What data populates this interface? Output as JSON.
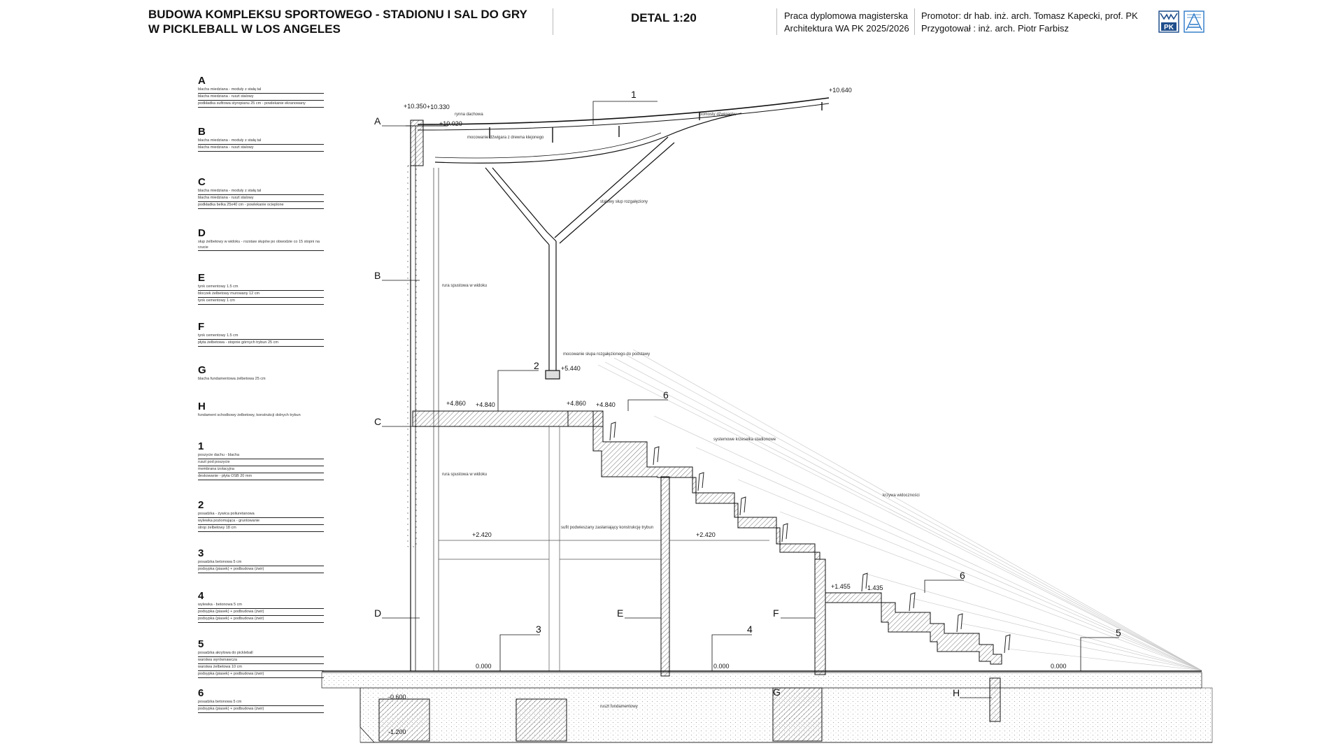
{
  "header": {
    "title_line1": "BUDOWA KOMPLEKSU SPORTOWEGO - STADIONU I SAL DO GRY",
    "title_line2": "W PICKLEBALL W LOS ANGELES",
    "detail": "DETAL 1:20",
    "thesis_line1": "Praca dyplomowa magisterska",
    "thesis_line2": "Architektura WA PK 2025/2026",
    "promotor": "Promotor: dr hab. inż. arch. Tomasz Kapecki, prof. PK",
    "author": "Przygotował : inż. arch. Piotr Farbisz",
    "logo1_text": "PK"
  },
  "legend": [
    {
      "key": "A",
      "lines": [
        "blacha miedziana - moduły z stałą tal",
        "blacha miedziana - ruszt stalowy",
        "podkładka sufitowa styropianu 25 cm - powlekanie ekranowany"
      ]
    },
    {
      "key": "B",
      "lines": [
        "blacha miedziana - moduły z stałą tal",
        "blacha miedziana - ruszt stalowy"
      ]
    },
    {
      "key": "C",
      "lines": [
        "blacha miedziana - moduły z stałą tal",
        "blacha miedziana - ruszt stalowy",
        "podkładka belka 25x40 cm - powlekanie ocieplone"
      ]
    },
    {
      "key": "D",
      "lines": [
        "słup żelbetowy w widoku - rozstaw słupów po obwodzie co 15 stopni na",
        "rzucie"
      ]
    },
    {
      "key": "E",
      "lines": [
        "tynk cementowy 1.5 cm",
        "bloczek żelbetowy murowany 12 cm",
        "tynk cementowy 1 cm"
      ]
    },
    {
      "key": "F",
      "lines": [
        "tynk cementowy 1.5 cm",
        "płyta żelbetowa - stopnie górnych trybun 25 cm"
      ]
    },
    {
      "key": "G",
      "lines": [
        "blacha fundamentowa żelbetowa 25 cm"
      ]
    },
    {
      "key": "H",
      "lines": [
        "fundament schodkowy żelbetowy, konstrukcji dolnych trybun"
      ]
    },
    {
      "key": "1",
      "lines": [
        "poszycie dachu - blacha",
        "ruszt pod poszycie",
        "membrana izolacyjna",
        "deskowanie - płyta OSB 20 mm"
      ]
    },
    {
      "key": "2",
      "lines": [
        "posadzka - żywica poliuretanowa",
        "wylewka poziomująca - gruntowanie",
        "strop żelbetowy 18 cm"
      ]
    },
    {
      "key": "3",
      "lines": [
        "posadzka betonowa 5 cm",
        "podsypka (piasek) + podbudowa (żwir)"
      ]
    },
    {
      "key": "4",
      "lines": [
        "wylewka - betonowa 5 cm",
        "podsypka (piasek) + podbudowa (żwir)",
        "podsypka (piasek) + podbudowa (żwir)"
      ]
    },
    {
      "key": "5",
      "lines": [
        "posadzka akrylowa do pickleball",
        "warstwa wyrównawcza",
        "warstwa żelbetowa 10 cm",
        "podsypka (piasek) + podbudowa (żwir)"
      ]
    },
    {
      "key": "6",
      "lines": [
        "posadzka betonowa 5 cm",
        "podsypka (piasek) + podbudowa (żwir)"
      ]
    }
  ],
  "section": {
    "markers_left": [
      "A",
      "B",
      "C",
      "D"
    ],
    "markers_mid": [
      "E",
      "F",
      "G",
      "H"
    ],
    "numbers": [
      "1",
      "2",
      "3",
      "4",
      "5",
      "6",
      "6"
    ],
    "levels": {
      "roof_left_1": "+10.350",
      "roof_left_2": "+10.330",
      "roof_left_3": "+10.020",
      "roof_right": "+10.640",
      "column_base": "+5.440",
      "deck_1": "+4.860",
      "deck_2": "+4.840",
      "deck_3": "+4.860",
      "deck_4": "+4.840",
      "mid_1": "+2.420",
      "mid_2": "+2.420",
      "step_1": "+1.455",
      "step_2": "1.435",
      "ground_1": "0.000",
      "ground_2": "0.000",
      "ground_3": "0.000",
      "found_1": "-0.600",
      "found_2": "-1.200"
    },
    "notes": {
      "gutter": "rynna dachowa",
      "roof_dir": "pomosty dźwigarów",
      "roof_mount": "mocowanie dźwigara z drewna klejonego",
      "steel_column": "stalowy słup rozgałęziony",
      "downpipe_1": "rura spustowa w widoku",
      "downpipe_2": "rura spustowa w widoku",
      "column_mount": "mocowanie słupa rozgałęzionego do podstawy",
      "seats": "systemowe krzesełka stadionowe",
      "sightline": "krzywa widoczności",
      "ceiling": "sufit podwieszany zasłaniający konstrukcję trybun",
      "foundation": "ruszt fundamentowy"
    }
  }
}
